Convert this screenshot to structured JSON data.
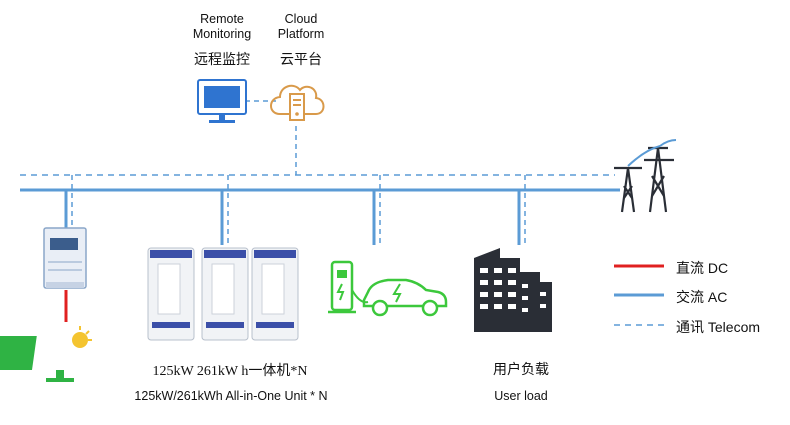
{
  "remote": {
    "en_line1": "Remote",
    "en_line2": "Monitoring",
    "zh": "远程监控"
  },
  "cloud": {
    "en_line1": "Cloud",
    "en_line2": "Platform",
    "zh": "云平台"
  },
  "ess": {
    "zh": "125kW 261kW h一体机*N",
    "en": "125kW/261kWh All-in-One Unit * N"
  },
  "load": {
    "zh": "用户负载",
    "en": "User load"
  },
  "legend": [
    {
      "label": "直流 DC",
      "color": "#e02020",
      "style": "solid"
    },
    {
      "label": "交流 AC",
      "color": "#5b9bd5",
      "style": "solid"
    },
    {
      "label": "通讯 Telecom",
      "color": "#5b9bd5",
      "style": "dashed"
    }
  ],
  "colors": {
    "ac": "#5b9bd5",
    "dc": "#e02020",
    "telecom": "#5b9bd5",
    "solar": "#2fb344",
    "ev": "#3cc83c",
    "building": "#2a2e36"
  }
}
